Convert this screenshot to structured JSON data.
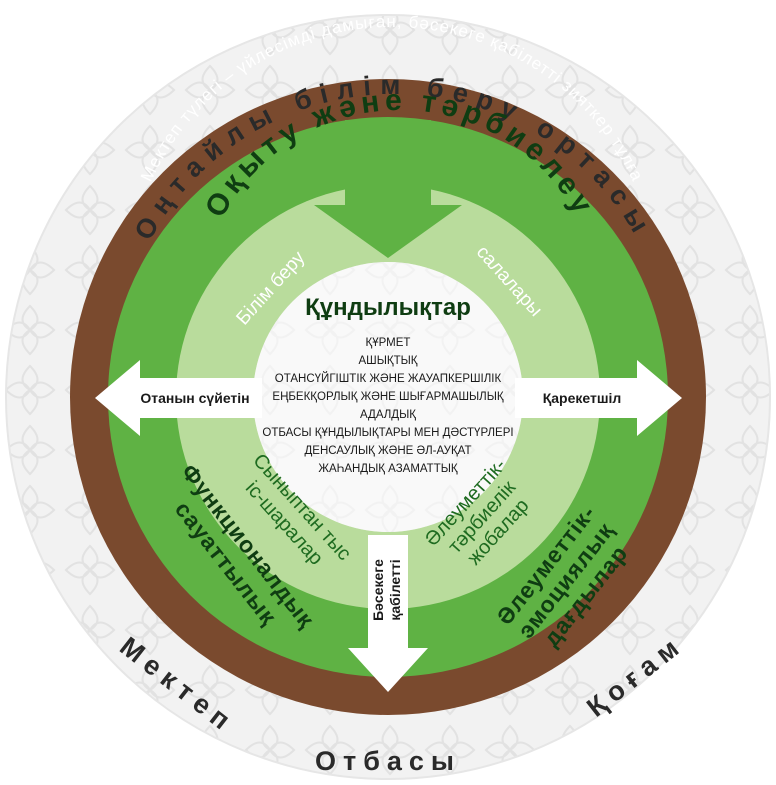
{
  "outer_ring": {
    "top": "Оңтайлы білім беру ортасы",
    "bottom_left": "Мектеп",
    "bottom": "Отбасы",
    "bottom_right": "Қоғам"
  },
  "brown_ring": {
    "text": "Мектеп түлегі – үйлесімді дамыған, бәсекеге қабілетті зияткер тұлға"
  },
  "green_ring": {
    "top_title": "Оқыту және тәрбиелеу",
    "bottom_left": [
      "Функционалдық",
      "сауаттылық"
    ],
    "bottom_right": [
      "Әлеуметтік-",
      "эмоциялық",
      "дағдылар"
    ]
  },
  "light_ring": {
    "top_left": "Білім беру",
    "top_right": "салалары",
    "bottom_left": [
      "Сыныптан тыс",
      "іс-шаралар"
    ],
    "bottom_right": [
      "Әлеуметтік-",
      "тәрбиелік",
      "жобалар"
    ]
  },
  "center": {
    "title": "Құндылықтар",
    "values": [
      "ҚҰРМЕТ",
      "АШЫҚТЫҚ",
      "ОТАНСҮЙГІШТІК ЖӘНЕ ЖАУАПКЕРШІЛІК",
      "ЕҢБЕКҚОРЛЫҚ ЖӘНЕ ШЫҒАРМАШЫЛЫҚ",
      "АДАЛДЫҚ",
      "ОТБАСЫ ҚҰНДЫЛЫҚТАРЫ МЕН ДӘСТҮРЛЕРІ",
      "ДЕНСАУЛЫҚ ЖӘНЕ ӘЛ-АУҚАТ",
      "ЖАҺАНДЫҚ АЗАМАТТЫҚ"
    ]
  },
  "arrows": {
    "left": "Отанын сүйетін",
    "right": "Қарекетшіл",
    "bottom": [
      "Бәсекеге",
      "қабілетті"
    ]
  },
  "colors": {
    "outer_ring": "#eeeeee",
    "brown": "#7a4a2e",
    "green": "#5fb244",
    "light_green": "#b9dc9c",
    "dark_green": "#0f3d12"
  }
}
